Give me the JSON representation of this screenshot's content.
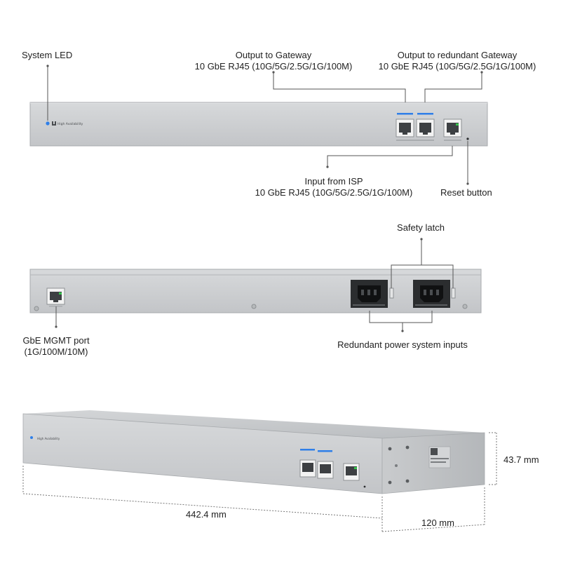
{
  "front_view": {
    "system_led": "System LED",
    "gateway_output": {
      "line1": "Output to Gateway",
      "line2": "10 GbE RJ45 (10G/5G/2.5G/1G/100M)"
    },
    "redundant_output": {
      "line1": "Output to redundant Gateway",
      "line2": "10 GbE RJ45 (10G/5G/2.5G/1G/100M)"
    },
    "isp_input": {
      "line1": "Input from ISP",
      "line2": "10 GbE RJ45 (10G/5G/2.5G/1G/100M)"
    },
    "reset_button": "Reset button",
    "panel_label": "High Availability"
  },
  "rear_view": {
    "safety_latch": "Safety latch",
    "mgmt_port": {
      "line1": "GbE MGMT port",
      "line2": "(1G/100M/10M)"
    },
    "power_inputs": "Redundant power system inputs"
  },
  "dimensions": {
    "width": "442.4 mm",
    "depth": "120 mm",
    "height": "43.7 mm"
  },
  "colors": {
    "chassis": "#c8cacc",
    "chassis_edge": "#a7aaad",
    "led": "#2f7fe8",
    "port_light": "#2f7fe8",
    "link_green": "#37c24c",
    "leader_line": "#555555"
  }
}
